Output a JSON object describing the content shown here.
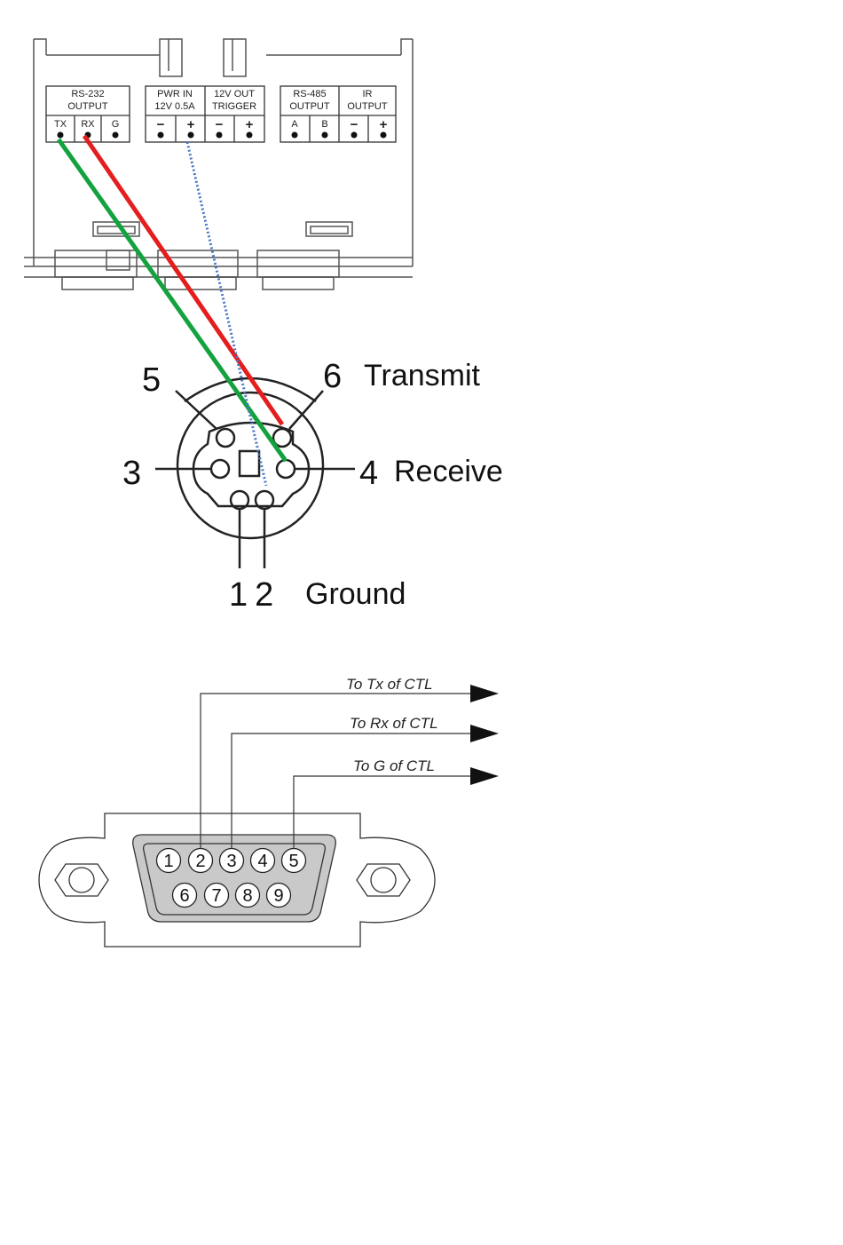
{
  "device": {
    "groups": [
      {
        "label1": "RS-232",
        "label2": "OUTPUT",
        "pins": [
          "TX",
          "RX",
          "G"
        ]
      },
      {
        "label1": "PWR IN",
        "label2": "12V 0.5A",
        "pins": [
          "−",
          "+"
        ]
      },
      {
        "label1": "12V OUT",
        "label2": "TRIGGER",
        "pins": [
          "−",
          "+"
        ]
      },
      {
        "label1": "RS-485",
        "label2": "OUTPUT",
        "pins": [
          "A",
          "B"
        ]
      },
      {
        "label1": "IR",
        "label2": "OUTPUT",
        "pins": [
          "−",
          "+"
        ]
      }
    ]
  },
  "wires": [
    {
      "name": "tx-wire",
      "color": "#13a23e"
    },
    {
      "name": "rx-wire",
      "color": "#e41d1d"
    },
    {
      "name": "ground-wire",
      "color": "#4a78c8",
      "style": "dotted"
    }
  ],
  "mini_din": {
    "pin5": "5",
    "pin6": "6",
    "pin6_label": "Transmit",
    "pin3": "3",
    "pin4": "4",
    "pin4_label": "Receive",
    "pin12": "12",
    "pin12_label": "Ground"
  },
  "db9": {
    "top_pins": [
      "1",
      "2",
      "3",
      "4",
      "5"
    ],
    "bottom_pins": [
      "6",
      "7",
      "8",
      "9"
    ],
    "leads": [
      {
        "label": "To Tx of CTL"
      },
      {
        "label": "To Rx of CTL"
      },
      {
        "label": "To G of CTL"
      }
    ]
  }
}
